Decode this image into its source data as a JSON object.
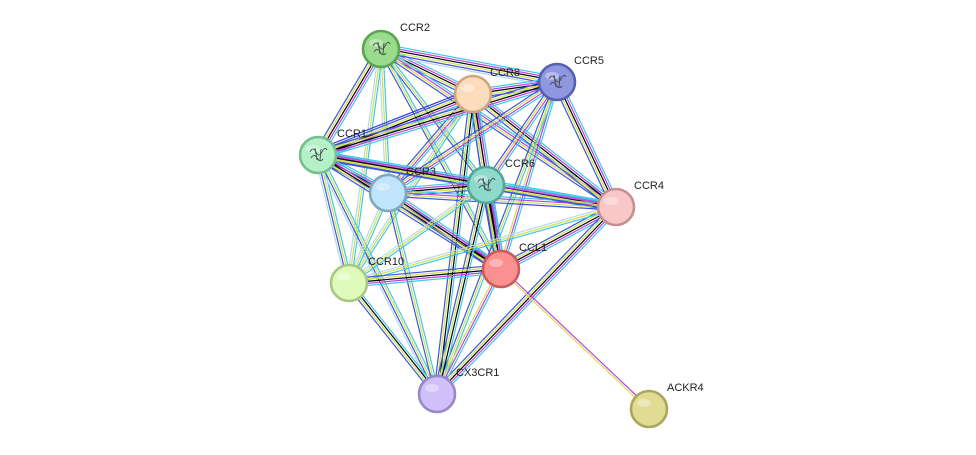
{
  "network": {
    "evidence_colors": [
      "#3cc8e8",
      "#c040e0",
      "#000000",
      "#d2e04c",
      "#3c54e0",
      "#b4d8f0",
      "#3c3ce8"
    ],
    "nodes": [
      {
        "id": "CCR2",
        "label": "CCR2",
        "fill": "#9adb8e",
        "stroke": "#5aa650",
        "structure": true
      },
      {
        "id": "CCR8",
        "label": "CCR8",
        "fill": "#fddcbc",
        "stroke": "#cfa67c",
        "structure": false
      },
      {
        "id": "CCR5",
        "label": "CCR5",
        "fill": "#8e98e0",
        "stroke": "#5460b0",
        "structure": true
      },
      {
        "id": "CCR1",
        "label": "CCR1",
        "fill": "#b4f0c8",
        "stroke": "#74c08c",
        "structure": true
      },
      {
        "id": "CCR3",
        "label": "CCR3",
        "fill": "#c0e4fa",
        "stroke": "#80a8c0",
        "structure": false
      },
      {
        "id": "CCR6",
        "label": "CCR6",
        "fill": "#8ed8cc",
        "stroke": "#50a898",
        "structure": true
      },
      {
        "id": "CCR4",
        "label": "CCR4",
        "fill": "#f8c8c8",
        "stroke": "#c49090",
        "structure": false
      },
      {
        "id": "CCL1",
        "label": "CCL1",
        "fill": "#fa9090",
        "stroke": "#c85c5c",
        "structure": false
      },
      {
        "id": "CCR10",
        "label": "CCR10",
        "fill": "#e0fabc",
        "stroke": "#a8c884",
        "structure": false
      },
      {
        "id": "CX3CR1",
        "label": "CX3CR1",
        "fill": "#d0c0fa",
        "stroke": "#9888c8",
        "structure": false
      },
      {
        "id": "ACKR4",
        "label": "ACKR4",
        "fill": "#e0dc94",
        "stroke": "#aca65c",
        "structure": false
      }
    ],
    "edges": [
      {
        "source": "CCR2",
        "target": "CCR8",
        "evidence": [
          0,
          1,
          2,
          3,
          4
        ]
      },
      {
        "source": "CCR2",
        "target": "CCR5",
        "evidence": [
          0,
          1,
          2,
          3,
          4,
          5
        ]
      },
      {
        "source": "CCR2",
        "target": "CCR1",
        "evidence": [
          0,
          1,
          2,
          3,
          4
        ]
      },
      {
        "source": "CCR2",
        "target": "CCR3",
        "evidence": [
          0,
          3,
          5
        ]
      },
      {
        "source": "CCR2",
        "target": "CCR6",
        "evidence": [
          0,
          3,
          4
        ]
      },
      {
        "source": "CCR2",
        "target": "CCR4",
        "evidence": [
          0,
          1,
          3,
          4
        ]
      },
      {
        "source": "CCR2",
        "target": "CCL1",
        "evidence": [
          0,
          3,
          4
        ]
      },
      {
        "source": "CCR2",
        "target": "CCR10",
        "evidence": [
          0,
          3,
          5
        ]
      },
      {
        "source": "CCR8",
        "target": "CCR5",
        "evidence": [
          0,
          1,
          2,
          3,
          4
        ]
      },
      {
        "source": "CCR8",
        "target": "CCR1",
        "evidence": [
          0,
          1,
          2,
          3,
          4,
          6
        ]
      },
      {
        "source": "CCR8",
        "target": "CCR3",
        "evidence": [
          0,
          1,
          3,
          4
        ]
      },
      {
        "source": "CCR8",
        "target": "CCR6",
        "evidence": [
          0,
          1,
          3,
          4
        ]
      },
      {
        "source": "CCR8",
        "target": "CCR4",
        "evidence": [
          0,
          1,
          2,
          3,
          4
        ]
      },
      {
        "source": "CCR8",
        "target": "CCL1",
        "evidence": [
          0,
          1,
          2,
          3,
          4
        ]
      },
      {
        "source": "CCR8",
        "target": "CCR10",
        "evidence": [
          0,
          3,
          5
        ]
      },
      {
        "source": "CCR8",
        "target": "CX3CR1",
        "evidence": [
          0,
          2,
          3,
          4
        ]
      },
      {
        "source": "CCR5",
        "target": "CCR1",
        "evidence": [
          0,
          1,
          2,
          3,
          4
        ]
      },
      {
        "source": "CCR5",
        "target": "CCR3",
        "evidence": [
          0,
          1,
          3,
          4
        ]
      },
      {
        "source": "CCR5",
        "target": "CCR6",
        "evidence": [
          0,
          1,
          3,
          4
        ]
      },
      {
        "source": "CCR5",
        "target": "CCR4",
        "evidence": [
          0,
          1,
          2,
          3,
          4
        ]
      },
      {
        "source": "CCR5",
        "target": "CCL1",
        "evidence": [
          0,
          1,
          3
        ]
      },
      {
        "source": "CCR5",
        "target": "CX3CR1",
        "evidence": [
          0,
          3,
          4
        ]
      },
      {
        "source": "CCR1",
        "target": "CCR3",
        "evidence": [
          0,
          1,
          2,
          3,
          4
        ]
      },
      {
        "source": "CCR1",
        "target": "CCR6",
        "evidence": [
          0,
          1,
          3,
          4
        ]
      },
      {
        "source": "CCR1",
        "target": "CCR4",
        "evidence": [
          0,
          1,
          2,
          3,
          4
        ]
      },
      {
        "source": "CCR1",
        "target": "CCL1",
        "evidence": [
          0,
          1,
          2,
          3,
          4
        ]
      },
      {
        "source": "CCR1",
        "target": "CCR10",
        "evidence": [
          0,
          3,
          4,
          5
        ]
      },
      {
        "source": "CCR1",
        "target": "CX3CR1",
        "evidence": [
          0,
          3,
          4,
          5
        ]
      },
      {
        "source": "CCR3",
        "target": "CCR6",
        "evidence": [
          0,
          1,
          2,
          3,
          4
        ]
      },
      {
        "source": "CCR3",
        "target": "CCR4",
        "evidence": [
          0,
          1,
          3,
          4
        ]
      },
      {
        "source": "CCR3",
        "target": "CCL1",
        "evidence": [
          0,
          1,
          2,
          3,
          4
        ]
      },
      {
        "source": "CCR3",
        "target": "CCR10",
        "evidence": [
          0,
          3,
          5
        ]
      },
      {
        "source": "CCR3",
        "target": "CX3CR1",
        "evidence": [
          0,
          3,
          4
        ]
      },
      {
        "source": "CCR6",
        "target": "CCR4",
        "evidence": [
          0,
          1,
          3,
          4
        ]
      },
      {
        "source": "CCR6",
        "target": "CCL1",
        "evidence": [
          0,
          1,
          2,
          3,
          4
        ]
      },
      {
        "source": "CCR6",
        "target": "CCR10",
        "evidence": [
          0,
          3,
          5
        ]
      },
      {
        "source": "CCR6",
        "target": "CX3CR1",
        "evidence": [
          0,
          2,
          3,
          4
        ]
      },
      {
        "source": "CCR4",
        "target": "CCL1",
        "evidence": [
          0,
          1,
          2,
          3,
          4
        ]
      },
      {
        "source": "CCR4",
        "target": "CCR10",
        "evidence": [
          0,
          3,
          5
        ]
      },
      {
        "source": "CCR4",
        "target": "CX3CR1",
        "evidence": [
          0,
          1,
          2,
          3,
          4
        ]
      },
      {
        "source": "CCL1",
        "target": "CCR10",
        "evidence": [
          0,
          1,
          2,
          3,
          4
        ]
      },
      {
        "source": "CCL1",
        "target": "CX3CR1",
        "evidence": [
          0,
          1,
          3
        ]
      },
      {
        "source": "CCL1",
        "target": "ACKR4",
        "evidence": [
          1,
          3
        ]
      },
      {
        "source": "CCR10",
        "target": "CX3CR1",
        "evidence": [
          0,
          2,
          3,
          4
        ]
      }
    ]
  }
}
